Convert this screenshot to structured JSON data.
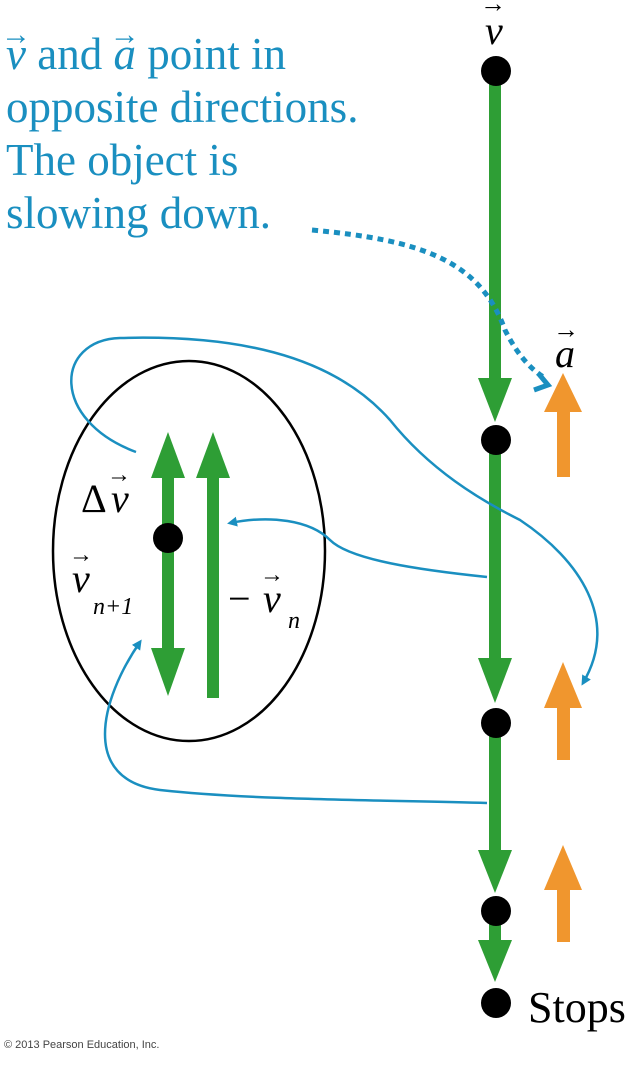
{
  "caption": {
    "vector_v": "v",
    "part1": " and ",
    "vector_a": "a",
    "part2": " point in",
    "line2": "opposite directions.",
    "line3": "The object is",
    "line4": "slowing down."
  },
  "labels": {
    "velocity_symbol": "v",
    "acceleration_symbol": "a",
    "stops": "Stops",
    "delta_prefix": "Δ",
    "delta_v": "v",
    "v_next": "v",
    "v_next_sub": "n+1",
    "minus": "−",
    "v_n": "v",
    "v_n_sub": "n"
  },
  "copyright": "© 2013 Pearson Education, Inc.",
  "colors": {
    "velocity": "#2e9e35",
    "acceleration": "#f0962e",
    "callout": "#1a8fc0",
    "dot": "#000000"
  }
}
